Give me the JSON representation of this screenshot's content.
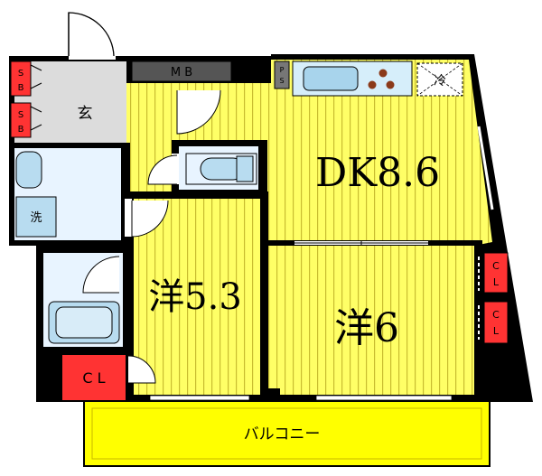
{
  "rooms": {
    "entrance": "玄",
    "dk": "DK8.6",
    "western_a": "洋5.3",
    "western_b": "洋6",
    "balcony": "バルコニー",
    "washer": "洗",
    "fridge": "冷"
  },
  "storage": {
    "shoe_box_1": "S\nB",
    "shoe_box_2": "S\nB",
    "meter_box": "M B",
    "ps": "PS",
    "closet_main": "C L",
    "closet_right_1": "C\nL",
    "closet_right_2": "C\nL"
  },
  "colors": {
    "room_floor": "#ffff66",
    "stripe": "#d4c838",
    "wet_area": "#e8f4ff",
    "fixture": "#b8dcf0",
    "storage_red": "#ff3333",
    "wall": "#000000",
    "balcony": "#ffff00",
    "meter_box": "#555555"
  }
}
